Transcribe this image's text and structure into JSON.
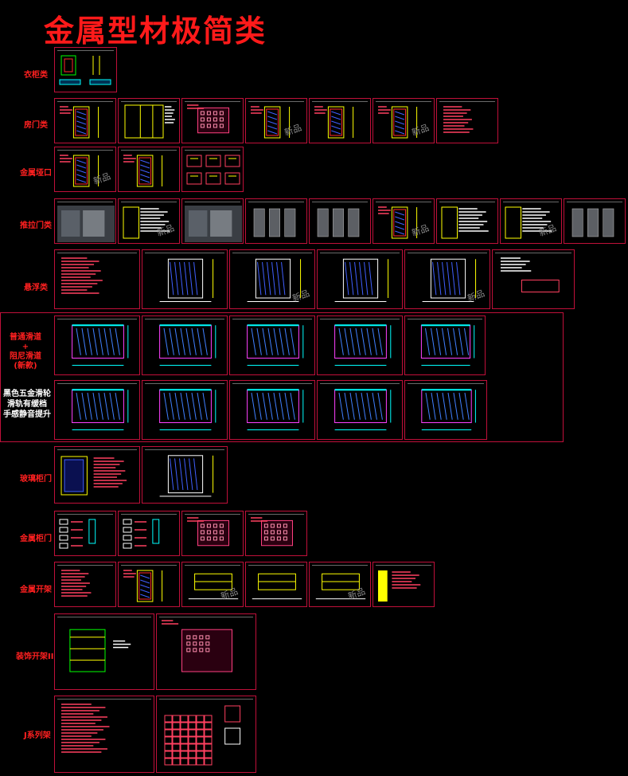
{
  "title": "金属型材极简类",
  "watermark": "新品",
  "rows": [
    {
      "label": "衣柜类",
      "sheets": 1
    },
    {
      "label": "房门类",
      "sheets": 7
    },
    {
      "label": "金属垭口",
      "sheets": 3
    },
    {
      "label": "推拉门类",
      "sheets": 9
    },
    {
      "label": "悬浮类",
      "sheets": 6
    },
    {
      "label": "普通滑道\n+\n阻尼滑道\n(新款)",
      "sheets": 5
    },
    {
      "label": "黑色五金滑轮\n滑轨有缓档\n手感静音提升",
      "sheets": 5
    },
    {
      "label": "玻璃柜门",
      "sheets": 2
    },
    {
      "label": "金属柜门",
      "sheets": 4
    },
    {
      "label": "金属开架",
      "sheets": 6
    },
    {
      "label": "装饰开架II",
      "sheets": 2
    },
    {
      "label": "J系列架",
      "sheets": 2
    }
  ],
  "colors": {
    "frame": "#c0103a",
    "title": "#ff1a1a",
    "label": "#ff2020"
  }
}
